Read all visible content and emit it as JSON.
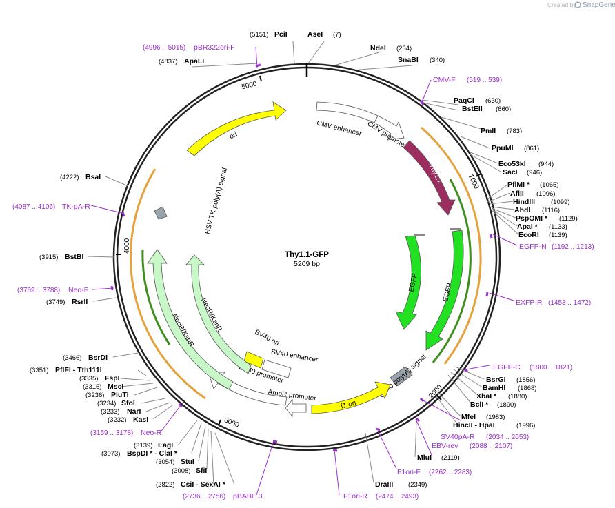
{
  "credit": {
    "created_by": "Created by",
    "brand": "SnapGene"
  },
  "plasmid": {
    "name": "Thy1.1-GFP",
    "length": "5209 bp"
  },
  "scale_labels": [
    "1000",
    "2000",
    "3000",
    "4000",
    "5000"
  ],
  "features": {
    "ori": "ori",
    "cmv_enhancer": "CMV enhancer",
    "cmv_promoter": "CMV promoter",
    "thy1": "Thy1.1",
    "egfp_inner": "EGFP",
    "egfp_outer": "EGFP",
    "sv40_polya": "SV40 poly(A) signal",
    "f1_ori": "f1 ori",
    "ampr_promoter": "AmpR promoter",
    "sv40_promoter": "SV40 promoter",
    "sv40_ori": "SV40 ori",
    "sv40_enhancer": "SV40 enhancer",
    "neor_inner": "NeoR/KanR",
    "neor_outer": "NeoR/KanR",
    "hsv_tk_polya": "HSV TK poly(A) signal"
  },
  "sites": {
    "pcii": {
      "name": "PciI",
      "pos": "(5151)"
    },
    "asei": {
      "name": "AseI",
      "pos": "(7)"
    },
    "ndei": {
      "name": "NdeI",
      "pos": "(234)"
    },
    "snabi": {
      "name": "SnaBI",
      "pos": "(340)"
    },
    "apali": {
      "name": "ApaLI",
      "pos": "(4837)"
    },
    "paqci": {
      "name": "PaqCI",
      "pos": "(630)"
    },
    "bsteii": {
      "name": "BstEII",
      "pos": "(660)"
    },
    "pmli": {
      "name": "PmlI",
      "pos": "(783)"
    },
    "ppumi": {
      "name": "PpuMI",
      "pos": "(861)"
    },
    "eco53ki": {
      "name": "Eco53kI",
      "pos": "(944)"
    },
    "saci": {
      "name": "SacI",
      "pos": "(946)"
    },
    "pflmi": {
      "name": "PflMI *",
      "pos": "(1065)"
    },
    "aflii": {
      "name": "AflII",
      "pos": "(1096)"
    },
    "hindiii": {
      "name": "HindIII",
      "pos": "(1099)"
    },
    "ahdi": {
      "name": "AhdI",
      "pos": "(1116)"
    },
    "pspomi": {
      "name": "PspOMI *",
      "pos": "(1129)"
    },
    "apai": {
      "name": "ApaI *",
      "pos": "(1133)"
    },
    "ecori": {
      "name": "EcoRI",
      "pos": "(1139)"
    },
    "bsrgi": {
      "name": "BsrGI",
      "pos": "(1856)"
    },
    "bamhi": {
      "name": "BamHI",
      "pos": "(1868)"
    },
    "xbai": {
      "name": "XbaI *",
      "pos": "(1880)"
    },
    "bcli": {
      "name": "BclI *",
      "pos": "(1890)"
    },
    "mfei": {
      "name": "MfeI",
      "pos": "(1983)"
    },
    "hincii": {
      "name": "HincII  - HpaI",
      "pos": "(1996)"
    },
    "mlui": {
      "name": "MluI",
      "pos": "(2119)"
    },
    "draiii": {
      "name": "DraIII",
      "pos": "(2349)"
    },
    "csii": {
      "name": "CsiI  - SexAI *",
      "pos": "(2822)"
    },
    "sfii": {
      "name": "SfiI",
      "pos": "(3008)"
    },
    "stui": {
      "name": "StuI",
      "pos": "(3054)"
    },
    "bspdi": {
      "name": "BspDI *  - ClaI *",
      "pos": "(3073)"
    },
    "eagi": {
      "name": "EagI",
      "pos": "(3139)"
    },
    "kasi": {
      "name": "KasI",
      "pos": "(3232)"
    },
    "nari": {
      "name": "NarI",
      "pos": "(3233)"
    },
    "sfoi": {
      "name": "SfoI",
      "pos": "(3234)"
    },
    "pluti": {
      "name": "PluTI",
      "pos": "(3236)"
    },
    "msci": {
      "name": "MscI",
      "pos": "(3315)"
    },
    "fspi": {
      "name": "FspI",
      "pos": "(3335)"
    },
    "pflfi": {
      "name": "PflFI  - Tth111I",
      "pos": "(3351)"
    },
    "bsrdi": {
      "name": "BsrDI",
      "pos": "(3466)"
    },
    "rsrii": {
      "name": "RsrII",
      "pos": "(3749)"
    },
    "bstbi": {
      "name": "BstBI",
      "pos": "(3915)"
    },
    "bsai": {
      "name": "BsaI",
      "pos": "(4222)"
    }
  },
  "primers": {
    "pbr322ori_f": {
      "name": "pBR322ori-F",
      "pos": "(4996 .. 5015)"
    },
    "cmv_f": {
      "name": "CMV-F",
      "pos": "(519 .. 539)"
    },
    "egfp_n": {
      "name": "EGFP-N",
      "pos": "(1192 .. 1213)"
    },
    "exfp_r": {
      "name": "EXFP-R",
      "pos": "(1453 .. 1472)"
    },
    "egfp_c": {
      "name": "EGFP-C",
      "pos": "(1800 .. 1821)"
    },
    "sv40pa_r": {
      "name": "SV40pA-R",
      "pos": "(2034 .. 2053)"
    },
    "ebv_rev": {
      "name": "EBV-rev",
      "pos": "(2088 .. 2107)"
    },
    "f1ori_f": {
      "name": "F1ori-F",
      "pos": "(2262 .. 2283)"
    },
    "f1ori_r": {
      "name": "F1ori-R",
      "pos": "(2474 .. 2493)"
    },
    "pbabe3": {
      "name": "pBABE 3'",
      "pos": "(2736 .. 2756)"
    },
    "neo_r": {
      "name": "Neo-R",
      "pos": "(3159 .. 3178)"
    },
    "neo_f": {
      "name": "Neo-F",
      "pos": "(3769 .. 3788)"
    },
    "tk_pa_r": {
      "name": "TK-pA-R",
      "pos": "(4087 .. 4106)"
    }
  }
}
